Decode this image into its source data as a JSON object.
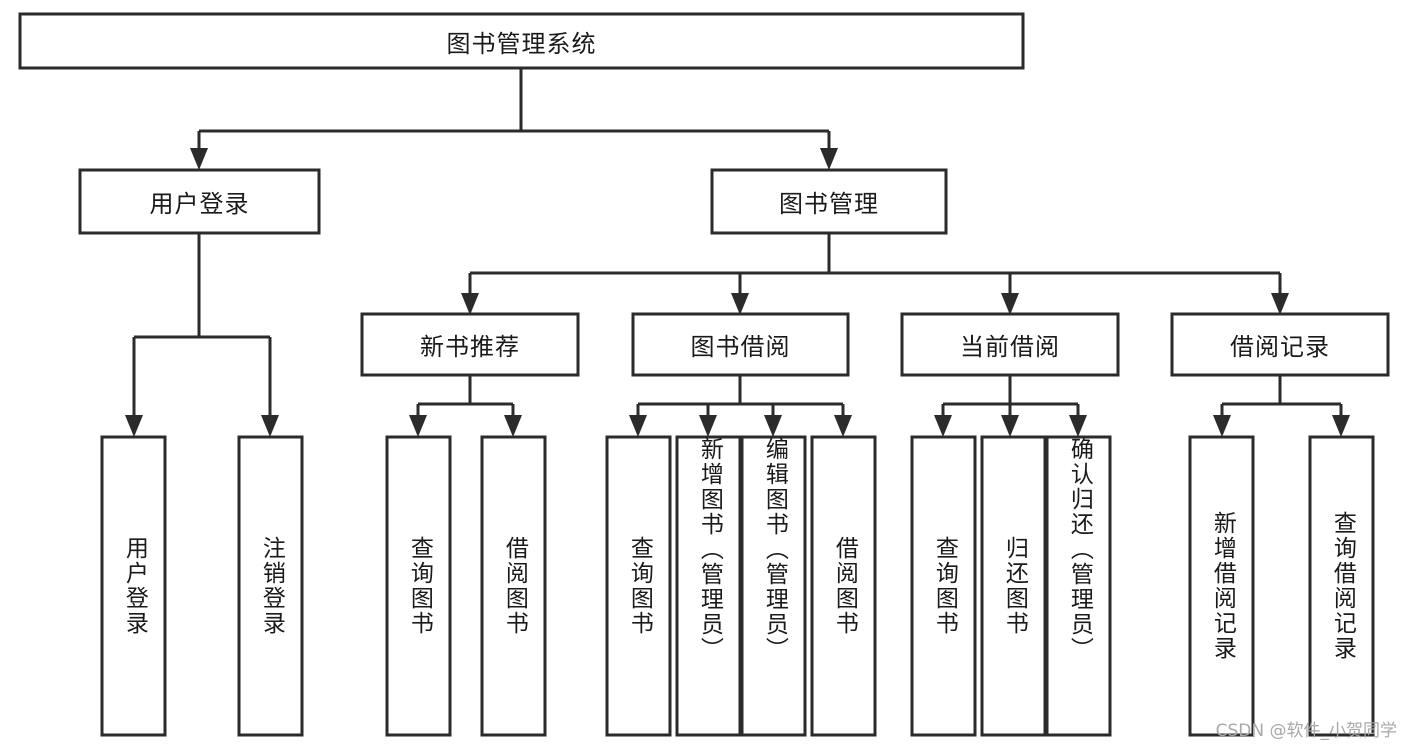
{
  "diagram": {
    "type": "tree",
    "title": "图书管理系统",
    "root": {
      "id": "root",
      "label": "图书管理系统",
      "orientation": "horizontal"
    },
    "level1": [
      {
        "id": "user-login",
        "label": "用户登录",
        "orientation": "horizontal"
      },
      {
        "id": "book-manage",
        "label": "图书管理",
        "orientation": "horizontal"
      }
    ],
    "level2": [
      {
        "id": "new-book-recommend",
        "label": "新书推荐",
        "parent": "book-manage",
        "orientation": "horizontal"
      },
      {
        "id": "book-borrow",
        "label": "图书借阅",
        "parent": "book-manage",
        "orientation": "horizontal"
      },
      {
        "id": "current-borrow",
        "label": "当前借阅",
        "parent": "book-manage",
        "orientation": "horizontal"
      },
      {
        "id": "borrow-record",
        "label": "借阅记录",
        "parent": "book-manage",
        "orientation": "horizontal"
      }
    ],
    "leaves": [
      {
        "id": "leaf-user-login",
        "label": "用户登录",
        "parent": "user-login",
        "orientation": "vertical"
      },
      {
        "id": "leaf-logout",
        "label": "注销登录",
        "parent": "user-login",
        "orientation": "vertical"
      },
      {
        "id": "leaf-query-book-1",
        "label": "查询图书",
        "parent": "new-book-recommend",
        "orientation": "vertical"
      },
      {
        "id": "leaf-borrow-book-1",
        "label": "借阅图书",
        "parent": "new-book-recommend",
        "orientation": "vertical"
      },
      {
        "id": "leaf-query-book-2",
        "label": "查询图书",
        "parent": "book-borrow",
        "orientation": "vertical"
      },
      {
        "id": "leaf-add-book",
        "label": "新增图书（管理员）",
        "parent": "book-borrow",
        "orientation": "vertical"
      },
      {
        "id": "leaf-edit-book",
        "label": "编辑图书（管理员）",
        "parent": "book-borrow",
        "orientation": "vertical"
      },
      {
        "id": "leaf-borrow-book-2",
        "label": "借阅图书",
        "parent": "book-borrow",
        "orientation": "vertical"
      },
      {
        "id": "leaf-query-book-3",
        "label": "查询图书",
        "parent": "current-borrow",
        "orientation": "vertical"
      },
      {
        "id": "leaf-return-book",
        "label": "归还图书",
        "parent": "current-borrow",
        "orientation": "vertical"
      },
      {
        "id": "leaf-confirm-return",
        "label": "确认归还（管理员）",
        "parent": "current-borrow",
        "orientation": "vertical"
      },
      {
        "id": "leaf-add-record",
        "label": "新增借阅记录",
        "parent": "borrow-record",
        "orientation": "vertical"
      },
      {
        "id": "leaf-query-record",
        "label": "查询借阅记录",
        "parent": "borrow-record",
        "orientation": "vertical"
      }
    ],
    "colors": {
      "stroke": "#2b2b2b",
      "fill": "#ffffff",
      "text": "#1a1a1a",
      "watermark": "#a8a8a8"
    }
  },
  "watermark": {
    "text": "CSDN @软件_小贺同学"
  }
}
